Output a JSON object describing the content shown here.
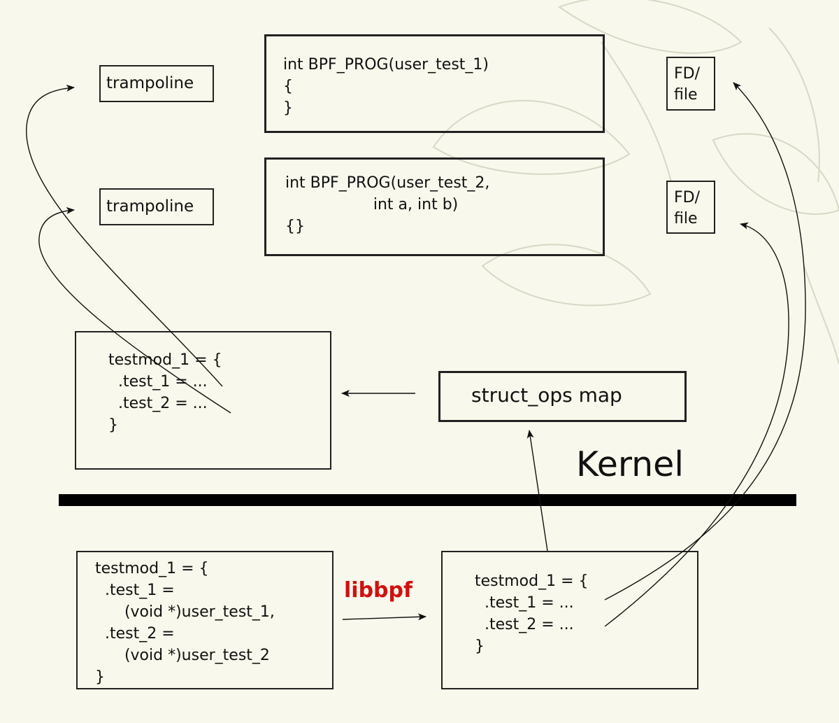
{
  "colors": {
    "background": "#f8f8ec",
    "libbpf": "#d01010",
    "line": "#111111"
  },
  "trampolines": [
    "trampoline",
    "trampoline"
  ],
  "prog_1": {
    "lines": [
      "int BPF_PROG(user_test_1)",
      "{",
      "}"
    ]
  },
  "prog_2": {
    "lines": [
      "int BPF_PROG(user_test_2,",
      "                  int a, int b)",
      "{}"
    ]
  },
  "fd_files": [
    {
      "lines": [
        "FD/",
        "file"
      ]
    },
    {
      "lines": [
        "FD/",
        "file"
      ]
    }
  ],
  "kernel_struct": {
    "lines": [
      "testmod_1 = {",
      "  .test_1 = ...",
      "  .test_2 = ...",
      "}"
    ]
  },
  "struct_ops_map": {
    "label": "struct_ops map"
  },
  "kernel_label": "Kernel",
  "libbpf_label": "libbpf",
  "user_source": {
    "lines": [
      "testmod_1 = {",
      "  .test_1 =",
      "      (void *)user_test_1,",
      "  .test_2 =",
      "      (void *)user_test_2",
      "}"
    ]
  },
  "user_loaded": {
    "lines": [
      "testmod_1 = {",
      "  .test_1 = ...",
      "  .test_2 = ...",
      "}"
    ]
  }
}
